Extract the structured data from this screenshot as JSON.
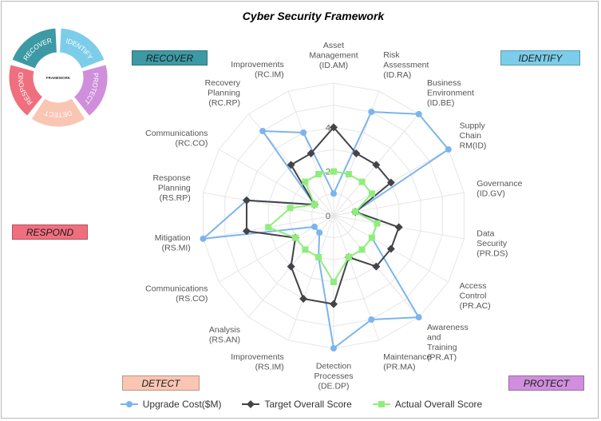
{
  "title": "Cyber Security Framework",
  "wheel": {
    "center_label": "FRAMEWORK",
    "segments": [
      {
        "label": "IDENTIFY",
        "color": "#7ccde9"
      },
      {
        "label": "PROTECT",
        "color": "#cf8fdb"
      },
      {
        "label": "DETECT",
        "color": "#f9c6b4"
      },
      {
        "label": "RESPOND",
        "color": "#f06f7f"
      },
      {
        "label": "RECOVER",
        "color": "#3d9aa5"
      }
    ]
  },
  "functions": {
    "recover": {
      "label": "RECOVER",
      "color": "#3d9aa5"
    },
    "identify": {
      "label": "IDENTIFY",
      "color": "#7ccde9"
    },
    "respond": {
      "label": "RESPOND",
      "color": "#f06f7f"
    },
    "detect": {
      "label": "DETECT",
      "color": "#f9c6b4"
    },
    "protect": {
      "label": "PROTECT",
      "color": "#cf8fdb"
    }
  },
  "chart_data": {
    "type": "radar",
    "title": "Cyber Security Framework",
    "categories": [
      "Asset\nManagement\n(ID.AM)",
      "Risk\nAssessment\n(ID.RA)",
      "Business\nEnvironment\n(ID.BE)",
      "Supply\nChain\nRM(ID)",
      "Governance\n(ID.GV)",
      "Data\nSecurity\n(PR.DS)",
      "Access\nControl\n(PR.AC)",
      "Awareness\nand\nTraining\n(PR.AT)",
      "Maintenance\n(PR.MA)",
      "Detection\nProcesses\n(DE.DP)",
      "Improvements\n(RS.IM)",
      "Analysis\n(RS.AN)",
      "Communications\n(RS.CO)",
      "Mitigation\n(RS.MI)",
      "Response\nPlanning\n(RS.RP)",
      "Communications\n(RC.CO)",
      "Recovery\nPlanning\n(RC.RP)",
      "Improvements\n(RC.IM)"
    ],
    "rlim": [
      0,
      6
    ],
    "tick_labels": [
      "0",
      "2",
      "4"
    ],
    "series": [
      {
        "name": "Upgrade Cost($M)",
        "color": "#7cb5ec",
        "marker": "circle",
        "values": [
          1,
          5,
          6,
          6,
          1,
          2,
          2,
          6,
          5,
          6,
          2,
          1,
          1,
          6,
          4,
          1,
          5,
          4
        ]
      },
      {
        "name": "Target Overall Score",
        "color": "#434348",
        "marker": "diamond",
        "values": [
          4,
          3,
          3,
          3,
          1,
          3,
          3,
          3,
          2,
          4,
          4,
          3,
          2,
          4,
          4,
          1,
          3,
          3
        ]
      },
      {
        "name": "Actual Overall Score",
        "color": "#90ed7d",
        "marker": "square",
        "values": [
          2,
          2,
          2,
          2,
          1,
          2,
          2,
          2,
          2,
          3,
          2,
          2,
          2,
          3,
          2,
          1,
          2,
          2
        ]
      }
    ],
    "legend_position": "bottom",
    "grid": true
  }
}
